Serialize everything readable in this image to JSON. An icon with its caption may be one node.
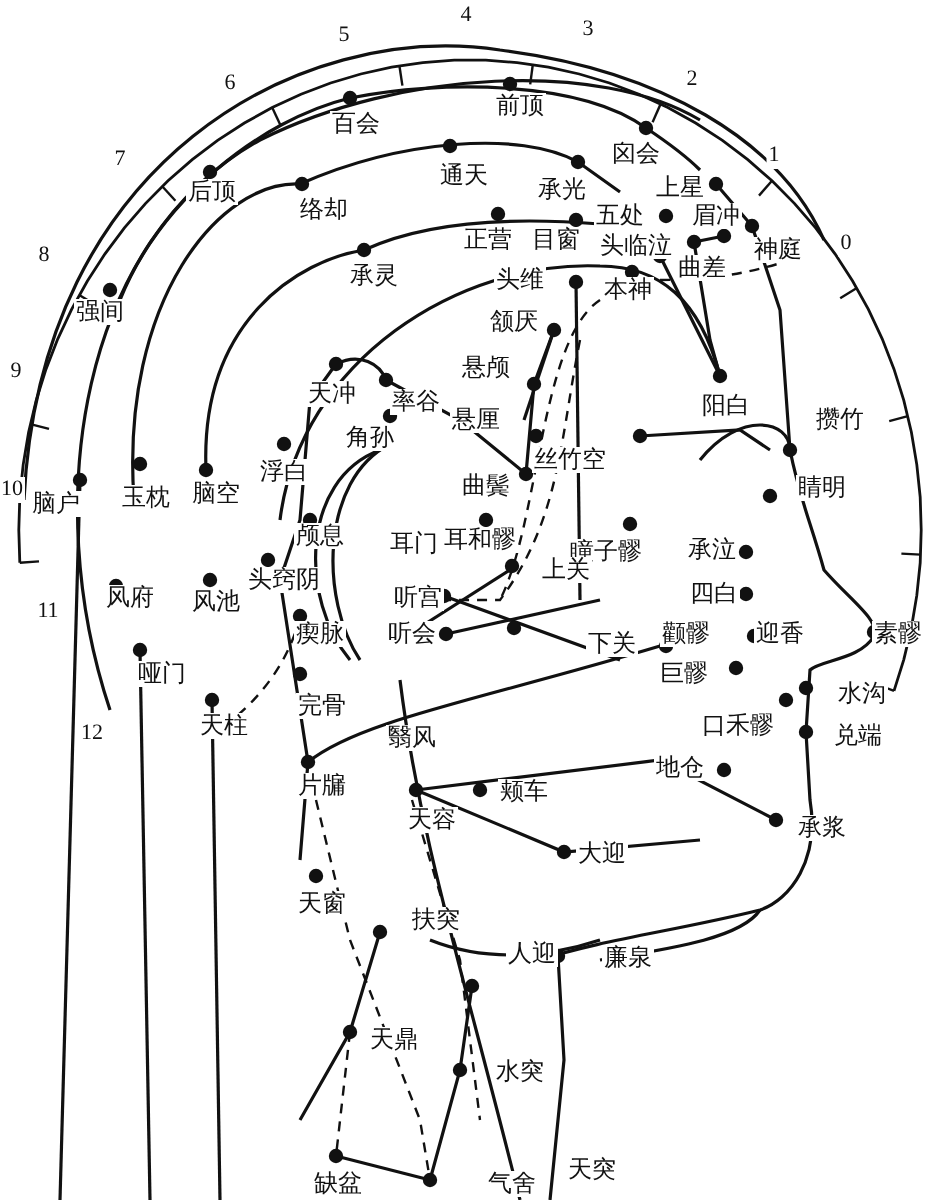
{
  "diagram": {
    "labels": [
      "5",
      "4",
      "3",
      "6",
      "2",
      "百会",
      "前顶",
      "7",
      "囟会",
      "1",
      "后顶",
      "络却",
      "通天",
      "承光",
      "五处",
      "上星",
      "眉冲",
      "8",
      "正营",
      "目窗",
      "头临泣",
      "神庭",
      "0",
      "承灵",
      "头维",
      "本神",
      "曲差",
      "强间",
      "颔厌",
      "9",
      "悬颅",
      "天冲",
      "率谷",
      "悬厘",
      "阳白",
      "攒竹",
      "角孙",
      "10",
      "脑户",
      "玉枕",
      "脑空",
      "浮白",
      "曲鬓",
      "丝竹空",
      "睛明",
      "颅息",
      "耳门",
      "耳和髎",
      "瞳子髎",
      "承泣",
      "风府",
      "风池",
      "头窍阴",
      "听宫",
      "上关",
      "四白",
      "11",
      "瘈脉",
      "听会",
      "下关",
      "颧髎",
      "迎香",
      "素髎",
      "哑门",
      "巨髎",
      "完骨",
      "水沟",
      "12",
      "天柱",
      "翳风",
      "口禾髎",
      "兑端",
      "片牖",
      "颊车",
      "地仓",
      "天容",
      "承浆",
      "大迎",
      "天窗",
      "扶突",
      "人迎",
      "廉泉",
      "天鼎",
      "水突",
      "缺盆",
      "气舍",
      "天突"
    ]
  }
}
